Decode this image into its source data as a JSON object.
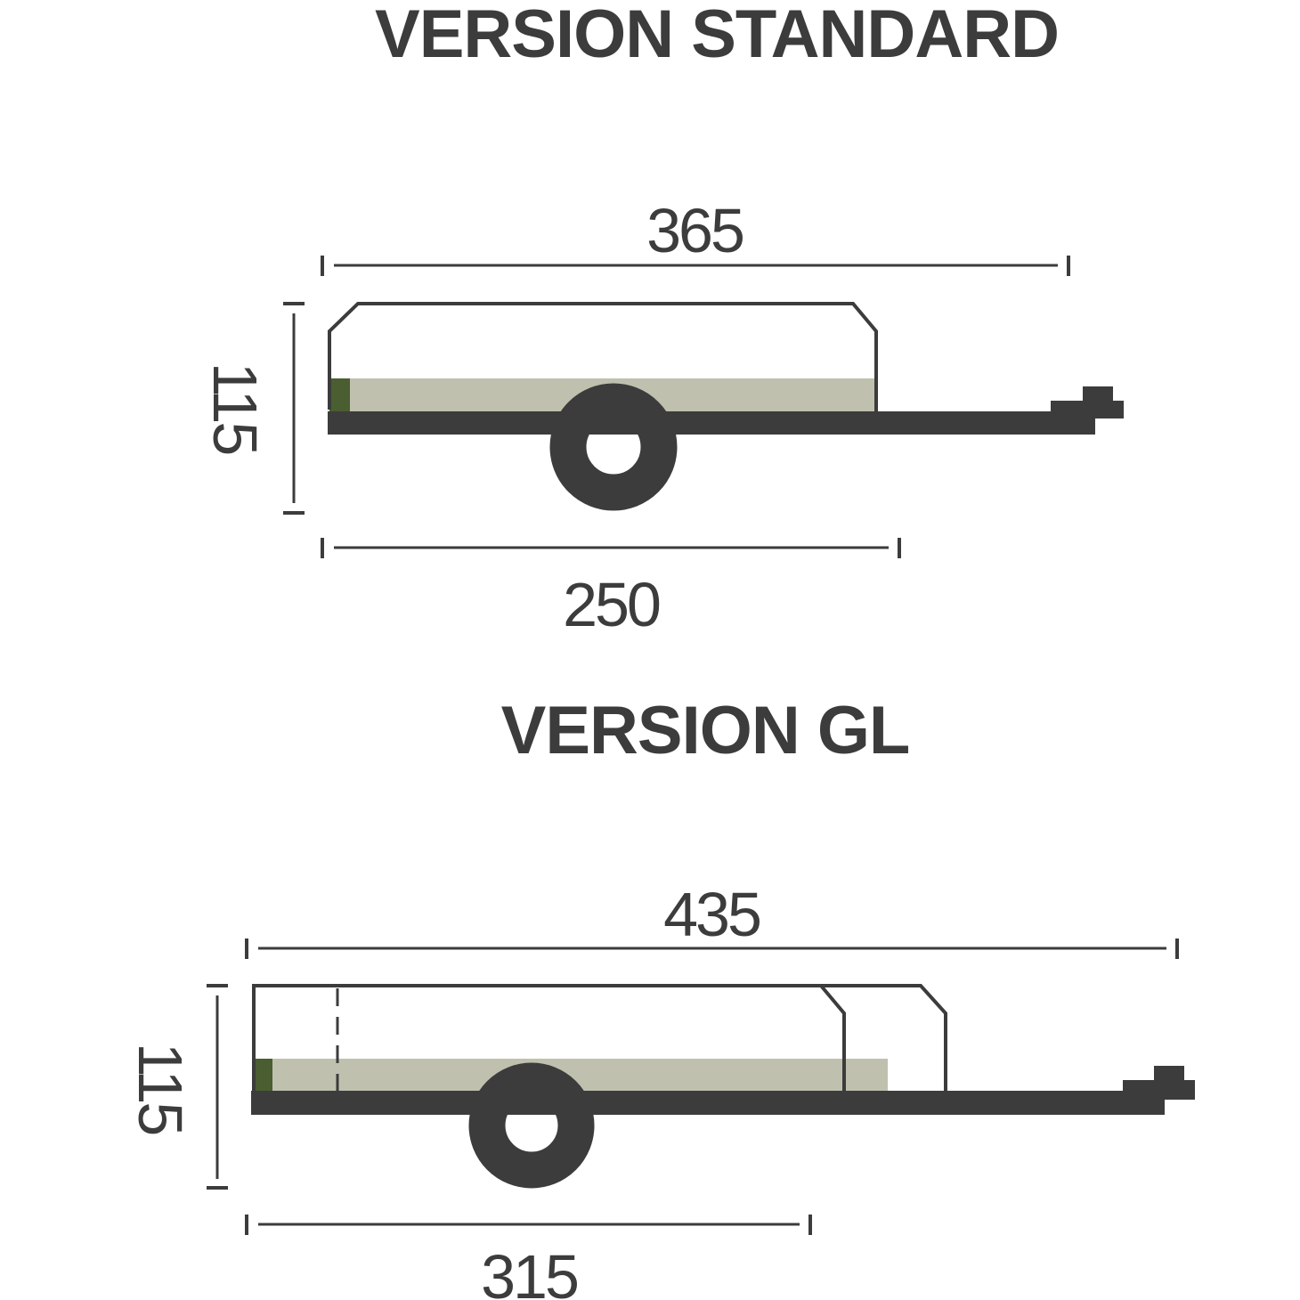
{
  "standard": {
    "title": "VERSION STANDARD",
    "overall_length": "365",
    "height": "115",
    "box_length": "250"
  },
  "gl": {
    "title": "VERSION GL",
    "overall_length": "435",
    "height": "115",
    "box_length": "315"
  },
  "colors": {
    "ink": "#3c3c3c",
    "bed": "#bfc1ae",
    "accent": "#4a5e32",
    "background": "#ffffff"
  }
}
